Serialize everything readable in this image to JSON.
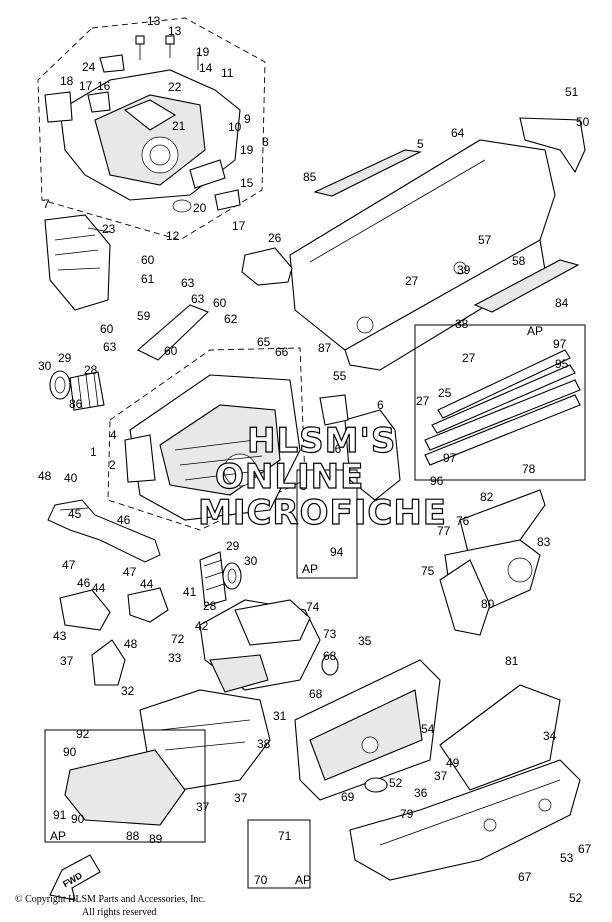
{
  "watermark": {
    "line1": "HLSM'S",
    "line2": "ONLINE",
    "line3": "MICROFICHE"
  },
  "copyright": {
    "line1": "© Copyright HLSM Parts and Accessories, Inc.",
    "line2": "All rights reserved"
  },
  "fwd_label": "FWD",
  "ap_label": "AP",
  "callouts": [
    {
      "id": "c13a",
      "text": "13"
    },
    {
      "id": "c13b",
      "text": "13"
    },
    {
      "id": "c19a",
      "text": "19"
    },
    {
      "id": "c24",
      "text": "24"
    },
    {
      "id": "c14",
      "text": "14"
    },
    {
      "id": "c11",
      "text": "11"
    },
    {
      "id": "c18",
      "text": "18"
    },
    {
      "id": "c17a",
      "text": "17"
    },
    {
      "id": "c16",
      "text": "16"
    },
    {
      "id": "c22",
      "text": "22"
    },
    {
      "id": "c21",
      "text": "21"
    },
    {
      "id": "c10",
      "text": "10"
    },
    {
      "id": "c9",
      "text": "9"
    },
    {
      "id": "c8",
      "text": "8"
    },
    {
      "id": "c19b",
      "text": "19"
    },
    {
      "id": "c15",
      "text": "15"
    },
    {
      "id": "c20",
      "text": "20"
    },
    {
      "id": "c12",
      "text": "12"
    },
    {
      "id": "c17b",
      "text": "17"
    },
    {
      "id": "c7",
      "text": "7"
    },
    {
      "id": "c23",
      "text": "23"
    },
    {
      "id": "c26",
      "text": "26"
    },
    {
      "id": "c60a",
      "text": "60"
    },
    {
      "id": "c61",
      "text": "61"
    },
    {
      "id": "c63a",
      "text": "63"
    },
    {
      "id": "c63b",
      "text": "63"
    },
    {
      "id": "c60b",
      "text": "60"
    },
    {
      "id": "c59",
      "text": "59"
    },
    {
      "id": "c62",
      "text": "62"
    },
    {
      "id": "c60c",
      "text": "60"
    },
    {
      "id": "c63c",
      "text": "63"
    },
    {
      "id": "c60d",
      "text": "60"
    },
    {
      "id": "c30a",
      "text": "30"
    },
    {
      "id": "c29a",
      "text": "29"
    },
    {
      "id": "c28a",
      "text": "28"
    },
    {
      "id": "c86",
      "text": "86"
    },
    {
      "id": "c65",
      "text": "65"
    },
    {
      "id": "c66",
      "text": "66"
    },
    {
      "id": "c87",
      "text": "87"
    },
    {
      "id": "c55",
      "text": "55"
    },
    {
      "id": "c6",
      "text": "6"
    },
    {
      "id": "c4",
      "text": "4"
    },
    {
      "id": "c1",
      "text": "1"
    },
    {
      "id": "c2",
      "text": "2"
    },
    {
      "id": "c48a",
      "text": "48"
    },
    {
      "id": "c40",
      "text": "40"
    },
    {
      "id": "c45",
      "text": "45"
    },
    {
      "id": "c46a",
      "text": "46"
    },
    {
      "id": "c47a",
      "text": "47"
    },
    {
      "id": "c46b",
      "text": "46"
    },
    {
      "id": "c47b",
      "text": "47"
    },
    {
      "id": "c44a",
      "text": "44"
    },
    {
      "id": "c44b",
      "text": "44"
    },
    {
      "id": "c43",
      "text": "43"
    },
    {
      "id": "c42",
      "text": "42"
    },
    {
      "id": "c48b",
      "text": "48"
    },
    {
      "id": "c37a",
      "text": "37"
    },
    {
      "id": "c32",
      "text": "32"
    },
    {
      "id": "c41",
      "text": "41"
    },
    {
      "id": "c28b",
      "text": "28"
    },
    {
      "id": "c29b",
      "text": "29"
    },
    {
      "id": "c30b",
      "text": "30"
    },
    {
      "id": "c3",
      "text": "3"
    },
    {
      "id": "c94",
      "text": "94"
    },
    {
      "id": "c96a",
      "text": "96"
    },
    {
      "id": "c74",
      "text": "74"
    },
    {
      "id": "c72",
      "text": "72"
    },
    {
      "id": "c73",
      "text": "73"
    },
    {
      "id": "c33",
      "text": "33"
    },
    {
      "id": "c31",
      "text": "31"
    },
    {
      "id": "c38a",
      "text": "38"
    },
    {
      "id": "c37b",
      "text": "37"
    },
    {
      "id": "c37c",
      "text": "37"
    },
    {
      "id": "c92",
      "text": "92"
    },
    {
      "id": "c90a",
      "text": "90"
    },
    {
      "id": "c90b",
      "text": "90"
    },
    {
      "id": "c91",
      "text": "91"
    },
    {
      "id": "c88",
      "text": "88"
    },
    {
      "id": "c89",
      "text": "89"
    },
    {
      "id": "c68a",
      "text": "68"
    },
    {
      "id": "c68b",
      "text": "68"
    },
    {
      "id": "c35",
      "text": "35"
    },
    {
      "id": "c54",
      "text": "54"
    },
    {
      "id": "c52a",
      "text": "52"
    },
    {
      "id": "c69",
      "text": "69"
    },
    {
      "id": "c71",
      "text": "71"
    },
    {
      "id": "c70",
      "text": "70"
    },
    {
      "id": "c79",
      "text": "79"
    },
    {
      "id": "c49",
      "text": "49"
    },
    {
      "id": "c37d",
      "text": "37"
    },
    {
      "id": "c36",
      "text": "36"
    },
    {
      "id": "c81",
      "text": "81"
    },
    {
      "id": "c34",
      "text": "34"
    },
    {
      "id": "c67a",
      "text": "67"
    },
    {
      "id": "c67b",
      "text": "67"
    },
    {
      "id": "c53",
      "text": "53"
    },
    {
      "id": "c52b",
      "text": "52"
    },
    {
      "id": "c5",
      "text": "5"
    },
    {
      "id": "c64",
      "text": "64"
    },
    {
      "id": "c85",
      "text": "85"
    },
    {
      "id": "c51",
      "text": "51"
    },
    {
      "id": "c50",
      "text": "50"
    },
    {
      "id": "c57",
      "text": "57"
    },
    {
      "id": "c39",
      "text": "39"
    },
    {
      "id": "c58",
      "text": "58"
    },
    {
      "id": "c27a",
      "text": "27"
    },
    {
      "id": "c84",
      "text": "84"
    },
    {
      "id": "c38b",
      "text": "38"
    },
    {
      "id": "c27b",
      "text": "27"
    },
    {
      "id": "c25",
      "text": "25"
    },
    {
      "id": "c27c",
      "text": "27"
    },
    {
      "id": "c97a",
      "text": "97"
    },
    {
      "id": "c95",
      "text": "95"
    },
    {
      "id": "c97b",
      "text": "97"
    },
    {
      "id": "c96b",
      "text": "96"
    },
    {
      "id": "c78",
      "text": "78"
    },
    {
      "id": "c82",
      "text": "82"
    },
    {
      "id": "c77",
      "text": "77"
    },
    {
      "id": "c76",
      "text": "76"
    },
    {
      "id": "c83",
      "text": "83"
    },
    {
      "id": "c75",
      "text": "75"
    },
    {
      "id": "c80",
      "text": "80"
    }
  ]
}
